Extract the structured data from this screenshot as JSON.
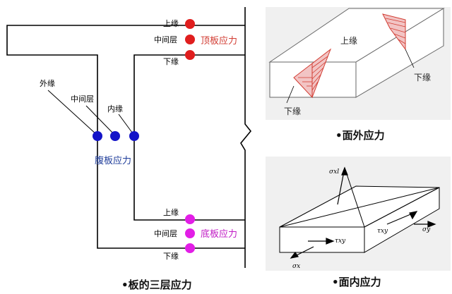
{
  "left_diagram": {
    "top_flange": {
      "title": "顶板应力",
      "layers": [
        "上缘",
        "中间层",
        "下缘"
      ],
      "color": "#e01e1e"
    },
    "web": {
      "title": "腹板应力",
      "layers": [
        "外缘",
        "中间层",
        "内缘"
      ],
      "color": "#1414c8"
    },
    "bottom_flange": {
      "title": "底板应力",
      "layers": [
        "上缘",
        "中间层",
        "下缘"
      ],
      "color": "#e21ee6"
    },
    "caption": "•板的三层应力"
  },
  "out_of_plane": {
    "labels": {
      "top": "上缘",
      "bottom_right": "下缘",
      "bottom_left": "下缘"
    },
    "caption": "•面外应力",
    "background": "#f0f0f0"
  },
  "in_plane": {
    "symbols": {
      "sigma_xl": "σxl",
      "tau_xy_front": "τxy",
      "tau_xy_side": "τxy",
      "sigma_y": "σy",
      "sigma_x": "σx"
    },
    "caption": "•面内应力",
    "background": "#f0f0f0"
  }
}
